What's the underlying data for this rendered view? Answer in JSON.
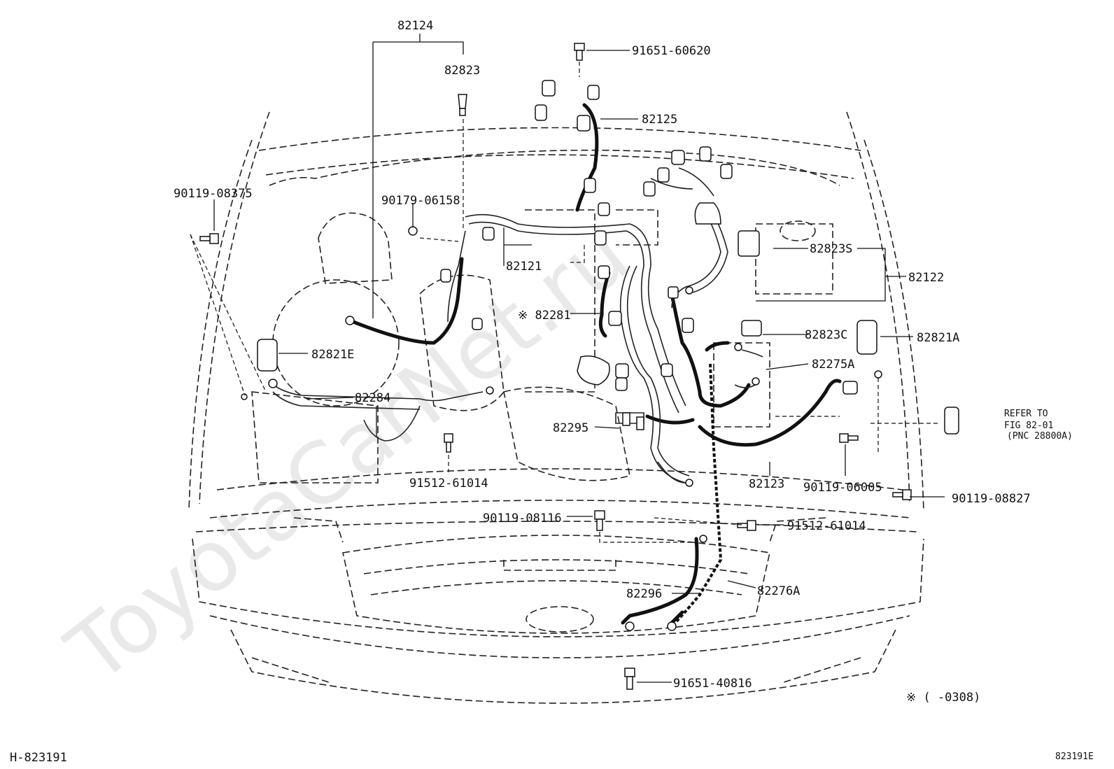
{
  "watermark": "ToyotaCarNet.ru",
  "labels": {
    "p82124": "82124",
    "p82823": "82823",
    "p91651_60620": "91651-60620",
    "p82125": "82125",
    "p90119_08375": "90119-08375",
    "p90179_06158": "90179-06158",
    "p82121": "82121",
    "p82823S": "82823S",
    "p82122": "82122",
    "p82281": "※ 82281",
    "p82823C": "82823C",
    "p82821A": "82821A",
    "p82821E": "82821E",
    "p82275A": "82275A",
    "p82284": "82284",
    "p82295": "82295",
    "p91512_61014_a": "91512-61014",
    "p82123": "82123",
    "p90119_06005": "90119-06005",
    "p90119_08827": "90119-08827",
    "p90119_08116": "90119-08116",
    "p91512_61014_b": "91512-61014",
    "p82296": "82296",
    "p82276A": "82276A",
    "p91651_40816": "91651-40816"
  },
  "refer": {
    "line1": "REFER TO",
    "line2": "FIG 82-01",
    "line3": "(PNC 28800A)"
  },
  "footnote": "※ (    -0308)",
  "footer": {
    "left": "H-823191",
    "right": "823191E"
  }
}
